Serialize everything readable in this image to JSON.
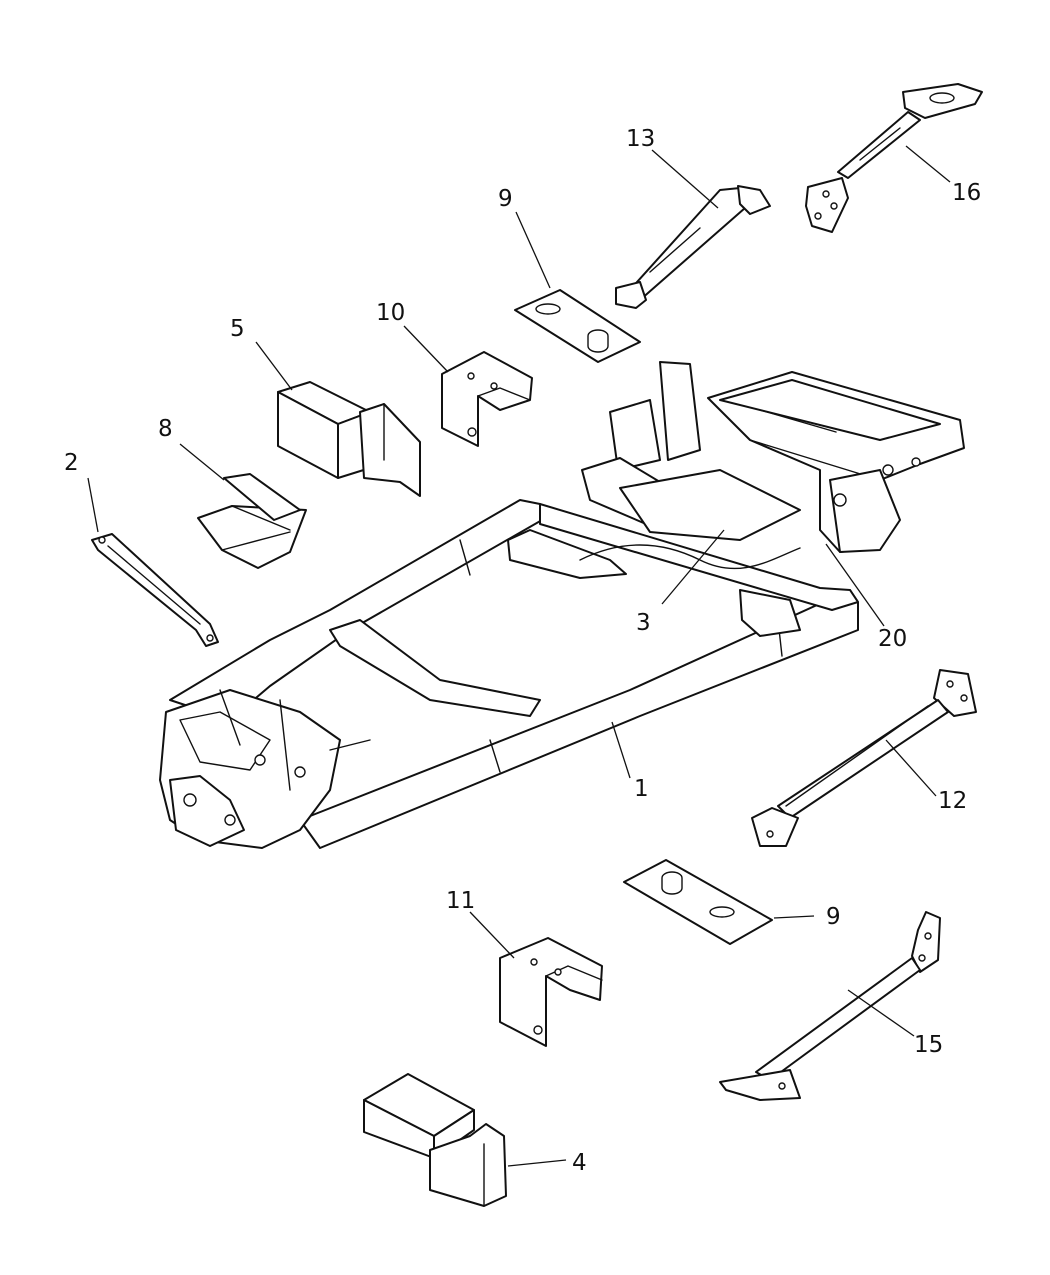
{
  "callouts": [
    {
      "id": "1",
      "label": "1"
    },
    {
      "id": "2",
      "label": "2"
    },
    {
      "id": "3",
      "label": "3"
    },
    {
      "id": "4",
      "label": "4"
    },
    {
      "id": "5",
      "label": "5"
    },
    {
      "id": "8",
      "label": "8"
    },
    {
      "id": "9-upper",
      "label": "9"
    },
    {
      "id": "9-lower",
      "label": "9"
    },
    {
      "id": "10",
      "label": "10"
    },
    {
      "id": "11",
      "label": "11"
    },
    {
      "id": "12",
      "label": "12"
    },
    {
      "id": "13",
      "label": "13"
    },
    {
      "id": "15",
      "label": "15"
    },
    {
      "id": "16",
      "label": "16"
    },
    {
      "id": "20",
      "label": "20"
    }
  ]
}
